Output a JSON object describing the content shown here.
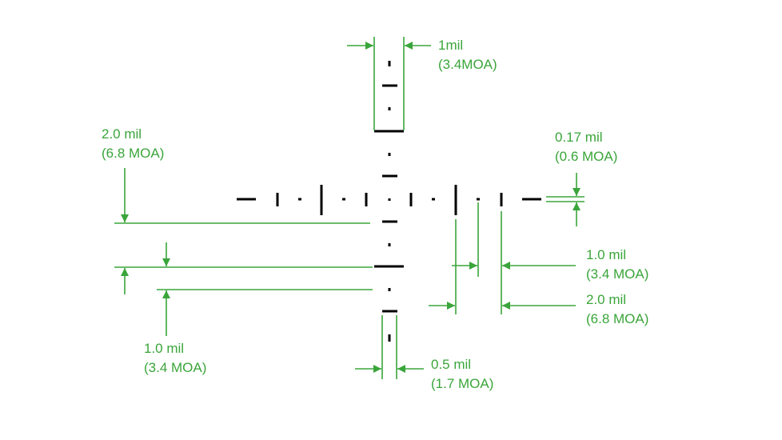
{
  "colors": {
    "annotation": "#3aa53a",
    "reticle": "#000000",
    "background": "#ffffff"
  },
  "labels": {
    "top_spacing": {
      "line1": "1mil",
      "line2": "(3.4MOA)"
    },
    "left_upper": {
      "line1": "2.0 mil",
      "line2": "(6.8 MOA)"
    },
    "right_thickness": {
      "line1": "0.17 mil",
      "line2": "(0.6 MOA)"
    },
    "right_mid": {
      "line1": "1.0 mil",
      "line2": "(3.4 MOA)"
    },
    "right_low": {
      "line1": "2.0 mil",
      "line2": "(6.8 MOA)"
    },
    "left_lower": {
      "line1": "1.0 mil",
      "line2": "(3.4 MOA)"
    },
    "bottom_spacing": {
      "line1": "0.5 mil",
      "line2": "(1.7 MOA)"
    }
  }
}
